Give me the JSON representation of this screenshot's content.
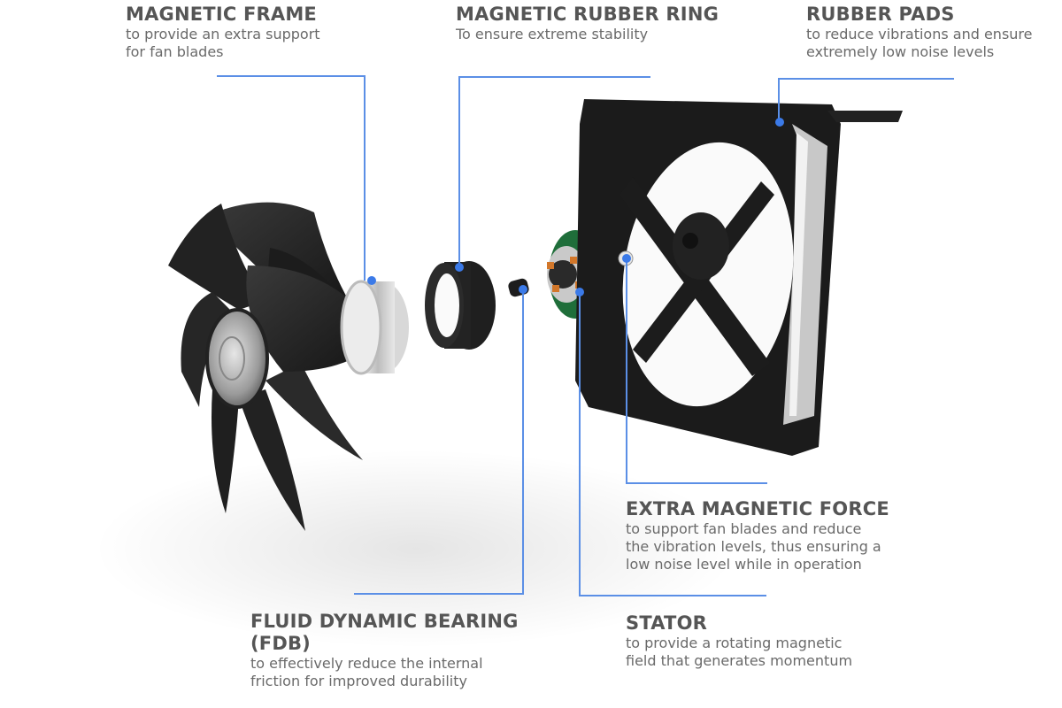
{
  "diagram": {
    "subject": "Exploded view of a PC case fan",
    "line_color": "#5b8fe6",
    "callouts": [
      {
        "id": "magnetic-frame",
        "title": "MAGNETIC FRAME",
        "desc": [
          "to provide an extra support",
          "for fan blades"
        ]
      },
      {
        "id": "magnetic-rubber-ring",
        "title": "MAGNETIC RUBBER RING",
        "desc": [
          "To ensure extreme stability"
        ]
      },
      {
        "id": "rubber-pads",
        "title": "RUBBER PADS",
        "desc": [
          "to reduce vibrations and ensure",
          "extremely low noise levels"
        ]
      },
      {
        "id": "extra-magnetic-force",
        "title": "EXTRA MAGNETIC FORCE",
        "desc": [
          "to support fan blades and reduce",
          "the vibration levels, thus ensuring a",
          "low noise level while in operation"
        ]
      },
      {
        "id": "fluid-dynamic-bearing",
        "title": "FLUID DYNAMIC BEARING",
        "title2": "(FDB)",
        "desc": [
          "to effectively reduce the internal",
          "friction for improved durability"
        ]
      },
      {
        "id": "stator",
        "title": "STATOR",
        "desc": [
          "to provide a rotating magnetic",
          "field that generates momentum"
        ]
      }
    ]
  }
}
